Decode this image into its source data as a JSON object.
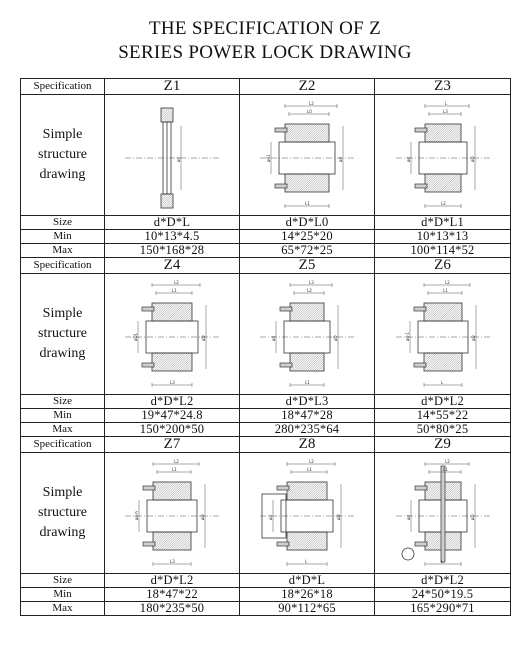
{
  "title": {
    "line1": "THE SPECIFICATION OF Z",
    "line2": "SERIES POWER LOCK DRAWING"
  },
  "labels": {
    "specification": "Specification",
    "drawing": "Simple structure drawing",
    "size": "Size",
    "min": "Min",
    "max": "Max"
  },
  "sections": [
    {
      "models": [
        {
          "name": "Z1",
          "size": "d*D*L",
          "min": "10*13*4.5",
          "max": "150*168*28",
          "dims": {
            "d": "ød"
          }
        },
        {
          "name": "Z2",
          "size": "d*D*L0",
          "min": "14*25*20",
          "max": "65*72*25",
          "dims": {
            "a": "L2",
            "b": "L0",
            "c": "L1",
            "d": "ød1",
            "e": "ød"
          }
        },
        {
          "name": "Z3",
          "size": "d*D*L1",
          "min": "10*13*13",
          "max": "100*114*52",
          "dims": {
            "a": "L",
            "b": "L3",
            "c": "L2",
            "d": "ød",
            "e": "øD"
          }
        }
      ]
    },
    {
      "models": [
        {
          "name": "Z4",
          "size": "d*D*L2",
          "min": "19*47*24.8",
          "max": "150*200*50",
          "dims": {
            "a": "L2",
            "b": "L1",
            "c": "L3",
            "d": "øD1",
            "e": "øD"
          }
        },
        {
          "name": "Z5",
          "size": "d*D*L3",
          "min": "18*47*28",
          "max": "280*235*64",
          "dims": {
            "a": "L3",
            "b": "L2",
            "c": "L1",
            "d": "ød",
            "e": "øD"
          }
        },
        {
          "name": "Z6",
          "size": "d*D*L2",
          "min": "14*55*22",
          "max": "50*80*25",
          "dims": {
            "a": "L2",
            "b": "L1",
            "c": "L",
            "d": "ød-1",
            "e": "øD"
          }
        }
      ]
    },
    {
      "models": [
        {
          "name": "Z7",
          "size": "d*D*L2",
          "min": "18*47*22",
          "max": "180*235*50",
          "dims": {
            "a": "L2",
            "b": "L1",
            "c": "L3",
            "d": "ød-h",
            "e": "øD"
          }
        },
        {
          "name": "Z8",
          "size": "d*D*L",
          "min": "18*26*18",
          "max": "90*112*65",
          "dims": {
            "a": "L2",
            "b": "L1",
            "c": "L",
            "d": "ød",
            "e": "øD"
          }
        },
        {
          "name": "Z9",
          "size": "d*D*L2",
          "min": "24*50*19.5",
          "max": "165*290*71",
          "dims": {
            "a": "L2",
            "b": "L1",
            "c": "L",
            "d": "ød",
            "e": "øD"
          }
        }
      ]
    }
  ]
}
